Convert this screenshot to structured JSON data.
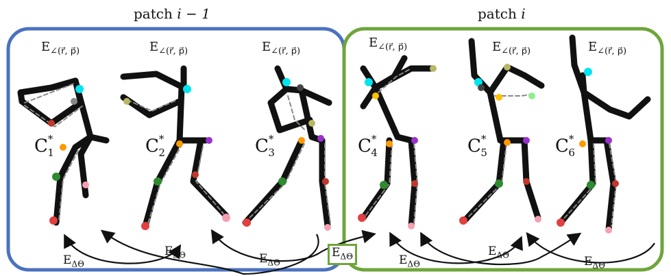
{
  "patches": [
    {
      "prefix": "patch ",
      "index": "i − 1",
      "color": "#4a72bf"
    },
    {
      "prefix": "patch ",
      "index": "i",
      "color": "#6fa53b"
    }
  ],
  "angle_energy": {
    "base": "E",
    "sub": "∠(r⃗, p⃗)"
  },
  "frames": [
    {
      "base": "C",
      "sub": "1",
      "sup": "*"
    },
    {
      "base": "C",
      "sub": "2",
      "sup": "*"
    },
    {
      "base": "C",
      "sub": "3",
      "sup": "*"
    },
    {
      "base": "C",
      "sub": "4",
      "sup": "*"
    },
    {
      "base": "C",
      "sub": "5",
      "sup": "*"
    },
    {
      "base": "C",
      "sub": "6",
      "sup": "*"
    }
  ],
  "pose_energy": {
    "base": "E",
    "sub": "ΔΘ"
  }
}
